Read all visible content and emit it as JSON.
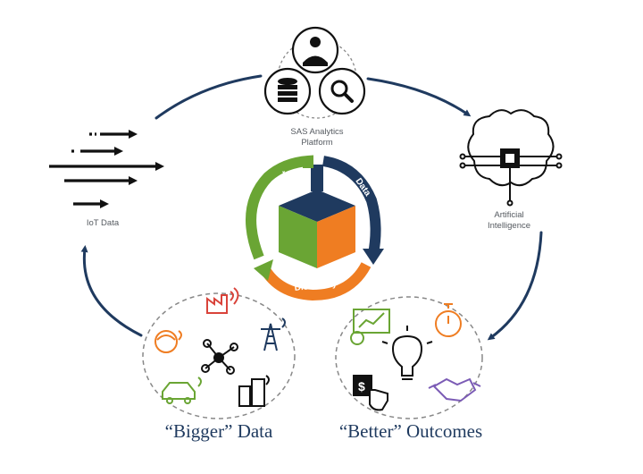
{
  "labels": {
    "platform_line1": "SAS Analytics",
    "platform_line2": "Platform",
    "ai_line1": "Artificial",
    "ai_line2": "Intelligence",
    "iot": "IoT Data",
    "bigger_data": "“Bigger” Data",
    "better_outcomes": "“Better” Outcomes"
  },
  "cycle": {
    "deployment": "Deployment",
    "data": "Data",
    "discovery": "Discovery"
  },
  "colors": {
    "navy": "#1f3a5f",
    "green": "#6aa534",
    "orange": "#ef7d22",
    "red": "#d9433a",
    "purple": "#7b5bb5",
    "gray_text": "#555a60"
  },
  "icons": [
    "scientist-icon",
    "database-icon",
    "magnifier-gear-icon",
    "brain-circuit-icon",
    "streaming-arrows-icon",
    "factory-icon",
    "person-icon",
    "power-tower-icon",
    "network-nodes-icon",
    "car-icon",
    "buildings-icon",
    "monitor-chart-icon",
    "stopwatch-icon",
    "lightbulb-brain-icon",
    "dollar-touch-icon",
    "handshake-icon"
  ]
}
